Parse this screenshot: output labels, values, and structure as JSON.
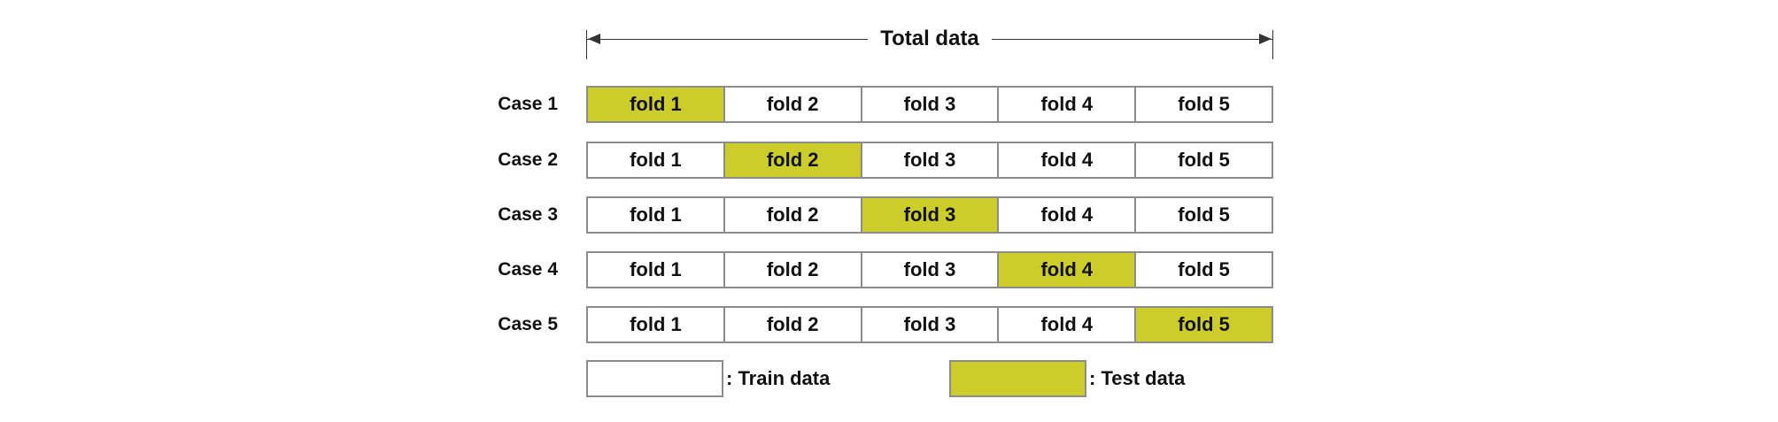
{
  "header": {
    "total_label": "Total data"
  },
  "cases": [
    {
      "label": "Case 1",
      "test_index": 0,
      "folds": [
        "fold 1",
        "fold 2",
        "fold 3",
        "fold 4",
        "fold 5"
      ]
    },
    {
      "label": "Case 2",
      "test_index": 1,
      "folds": [
        "fold 1",
        "fold 2",
        "fold 3",
        "fold 4",
        "fold 5"
      ]
    },
    {
      "label": "Case 3",
      "test_index": 2,
      "folds": [
        "fold 1",
        "fold 2",
        "fold 3",
        "fold 4",
        "fold 5"
      ]
    },
    {
      "label": "Case 4",
      "test_index": 3,
      "folds": [
        "fold 1",
        "fold 2",
        "fold 3",
        "fold 4",
        "fold 5"
      ]
    },
    {
      "label": "Case 5",
      "test_index": 4,
      "folds": [
        "fold 1",
        "fold 2",
        "fold 3",
        "fold 4",
        "fold 5"
      ]
    }
  ],
  "legend": {
    "train_label": ": Train data",
    "test_label": ": Test data"
  },
  "colors": {
    "test_fill": "#cccc2a",
    "train_fill": "#ffffff",
    "border": "#8c8c8c"
  }
}
